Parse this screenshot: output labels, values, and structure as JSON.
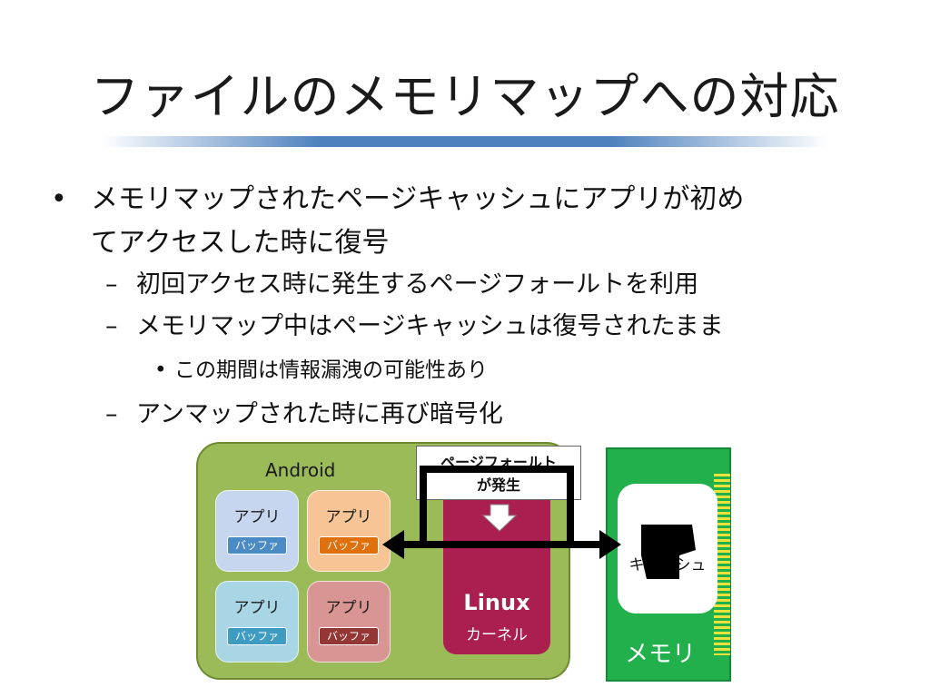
{
  "slide": {
    "title": "ファイルのメモリマップへの対応"
  },
  "bullets": {
    "level1_marker": "•",
    "level2_marker": "–",
    "level3_marker": "•",
    "b1_line1": "メモリマップされたページキャッシュにアプリが初め",
    "b1_line2": "てアクセスした時に復号",
    "b2a": "初回アクセス時に発生するページフォールトを利用",
    "b2b": "メモリマップ中はページキャッシュは復号されたまま",
    "b3a": "この期間は情報漏洩の可能性あり",
    "b2c": "アンマップされた時に再び暗号化"
  },
  "diagram": {
    "android_label": "Android",
    "apps": [
      {
        "label": "アプリ",
        "buffer": "バッファ",
        "fill": "#c5d6ee",
        "buffer_color": "#4a8bc6"
      },
      {
        "label": "アプリ",
        "buffer": "バッファ",
        "fill": "#f7c496",
        "buffer_color": "#e0700e"
      },
      {
        "label": "アプリ",
        "buffer": "バッファ",
        "fill": "#a9d6e4",
        "buffer_color": "#3e9bc1"
      },
      {
        "label": "アプリ",
        "buffer": "バッファ",
        "fill": "#d99594",
        "buffer_color": "#943634"
      }
    ],
    "callout_line1": "ページフォールト",
    "callout_line2": "が発生",
    "linux_title": "Linux",
    "linux_sub": "カーネル",
    "cache_text": "キャッシュ",
    "memory_label": "メモリ"
  }
}
